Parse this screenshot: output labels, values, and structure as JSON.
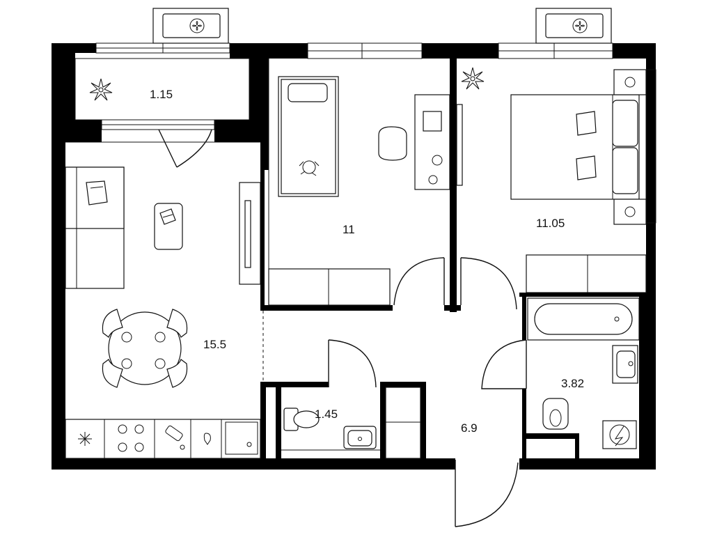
{
  "rooms": {
    "balcony_area": "1.15",
    "bedroom_area": "11",
    "master_bedroom_area": "11.05",
    "living_kitchen_area": "15.5",
    "toilet_area": "1.45",
    "hall_area": "6.9",
    "bathroom_area": "3.82"
  },
  "colors": {
    "wall": "#000000",
    "line": "#111111",
    "background": "#ffffff"
  }
}
